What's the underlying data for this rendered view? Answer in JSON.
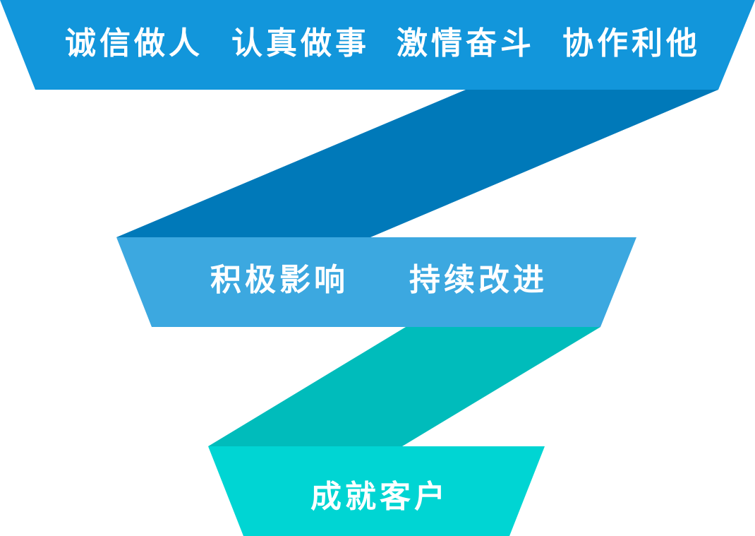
{
  "colors": {
    "tier1": "#1296db",
    "connector1": "#0079b9",
    "tier2": "#3ca8e0",
    "connector2": "#00bcbb",
    "tier3": "#00d5d3"
  },
  "tiers": [
    {
      "phrases": [
        "诚信做人",
        "认真做事",
        "激情奋斗",
        "协作利他"
      ]
    },
    {
      "phrases": [
        "积极影响",
        "持续改进"
      ]
    },
    {
      "phrases": [
        "成就客户"
      ]
    }
  ]
}
